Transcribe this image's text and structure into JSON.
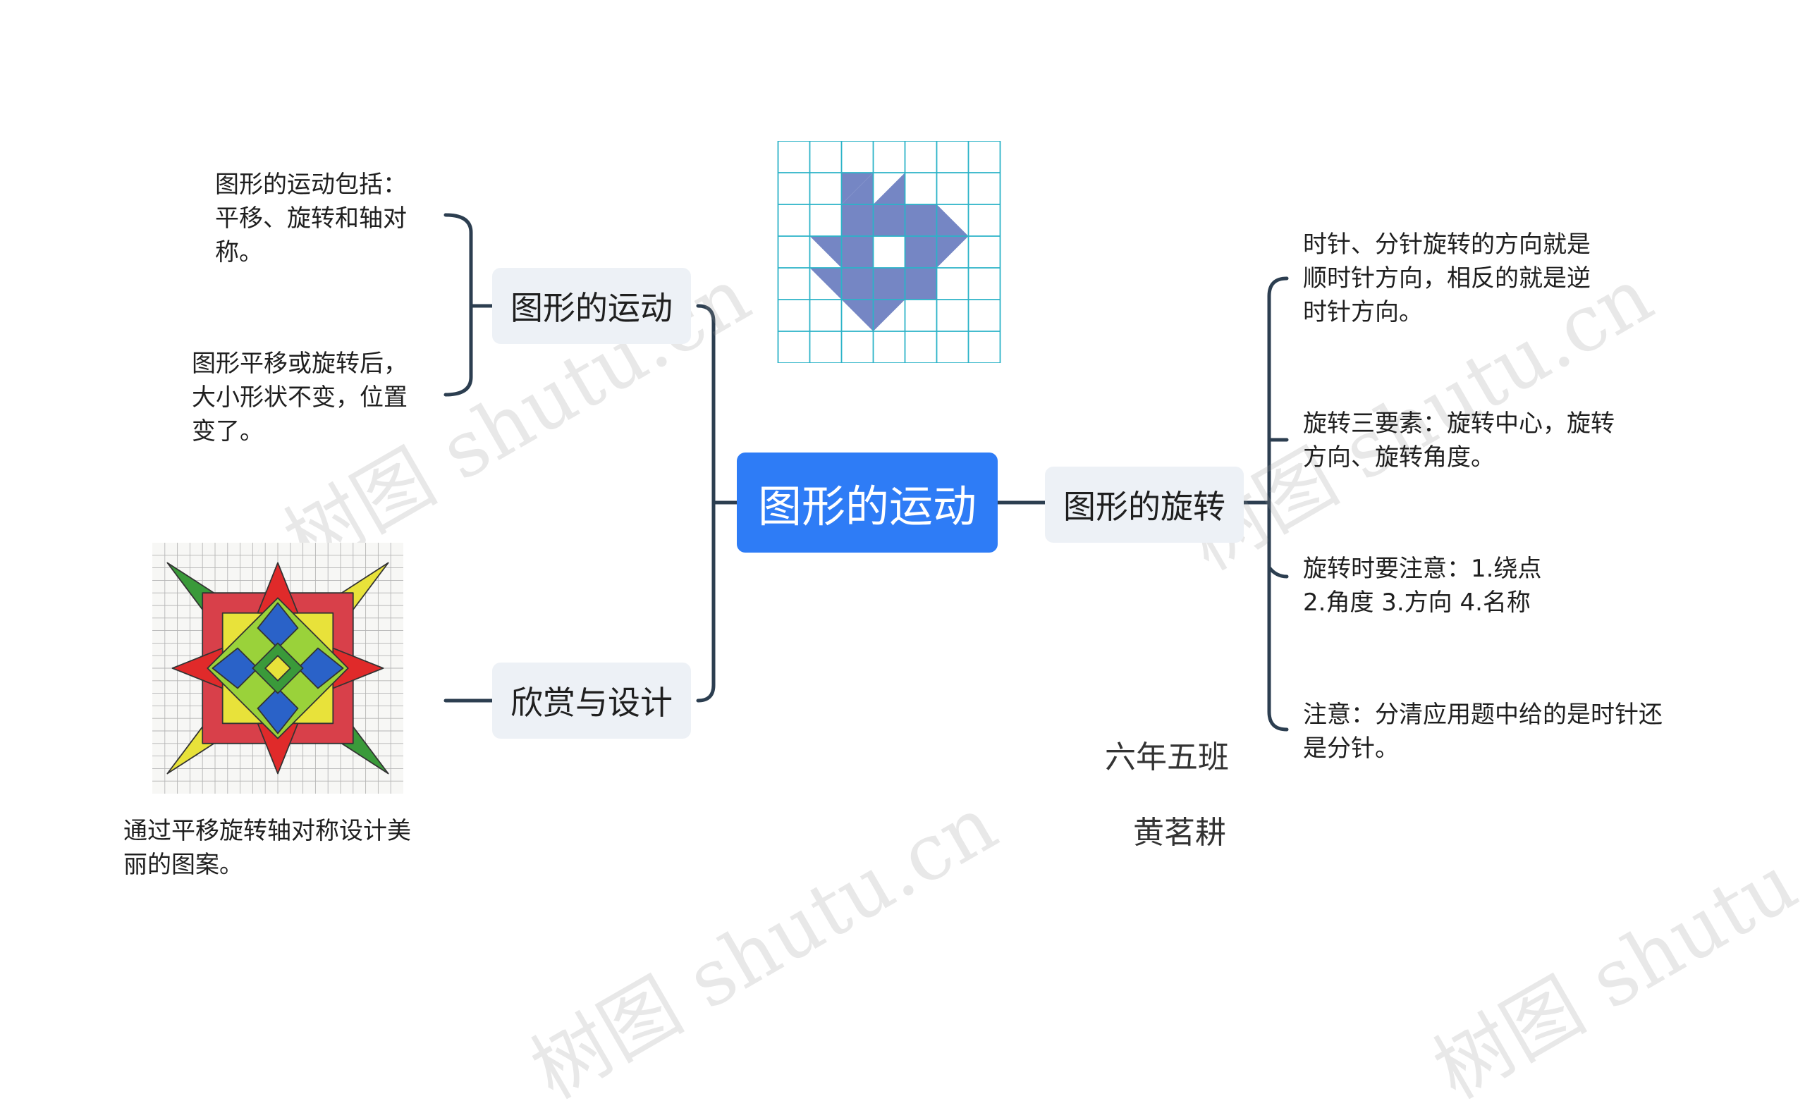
{
  "root": {
    "label": "图形的运动"
  },
  "branches": {
    "motion": {
      "label": "图形的运动"
    },
    "design": {
      "label": "欣赏与设计"
    },
    "rotate": {
      "label": "图形的旋转"
    }
  },
  "left_leaves": {
    "motion_includes": "图形的运动包括：\n平移、旋转和轴对\n称。",
    "motion_invariant": "图形平移或旋转后，\n大小形状不变，位置\n变了。",
    "design_note": "通过平移旋转轴对称设计美\n丽的图案。"
  },
  "right_leaves": {
    "clock_direction": "时针、分针旋转的方向就是\n顺时针方向，相反的就是逆\n时针方向。",
    "three_elements": "旋转三要素：旋转中心，旋转\n方向、旋转角度。",
    "attention": " 旋转时要注意：1.绕点\n2.角度 3.方向 4.名称",
    "note_hands": "注意：分清应用题中给的是时针还\n是分针。"
  },
  "signature": {
    "class_name": "六年五班",
    "author": "黄茗耕"
  },
  "watermark": {
    "text": "树图 shutu.cn"
  },
  "colors": {
    "root_bg": "#2e7cf6",
    "branch_bg": "#edf1f6",
    "connector": "#2c3e50",
    "grid_line": "#2bb3c8",
    "pinwheel": "#6a7cc0"
  }
}
